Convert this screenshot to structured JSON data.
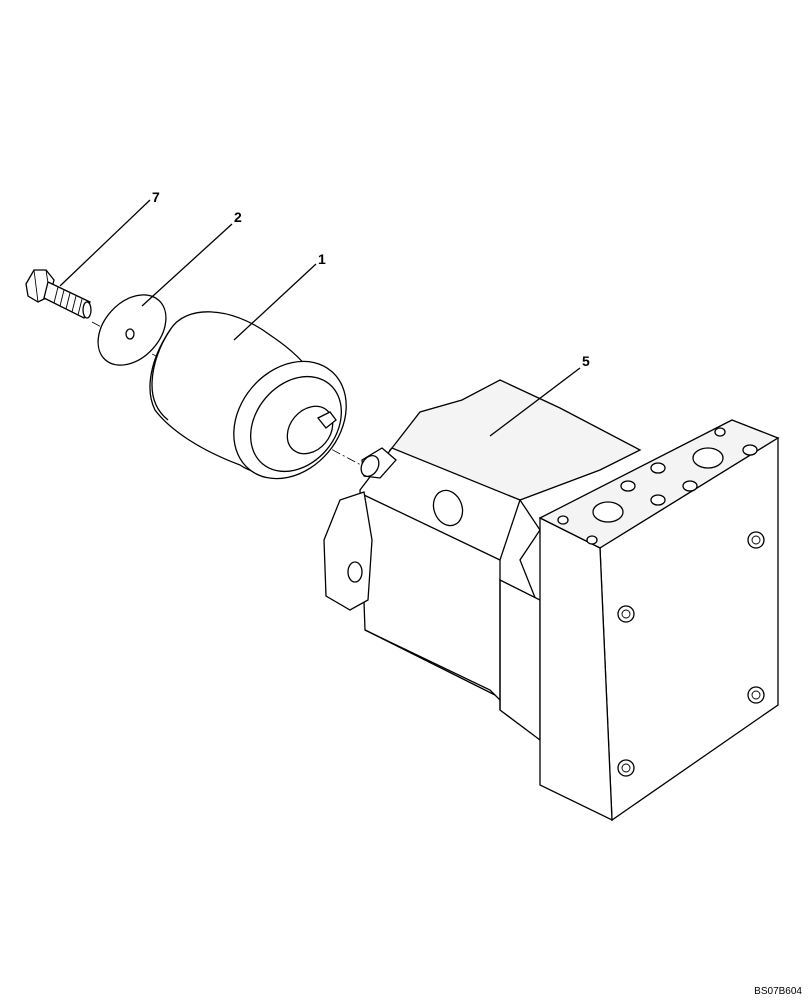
{
  "callouts": {
    "bolt": "7",
    "washer": "2",
    "coupling": "1",
    "motor": "5"
  },
  "drawing_code": "BS07B604"
}
